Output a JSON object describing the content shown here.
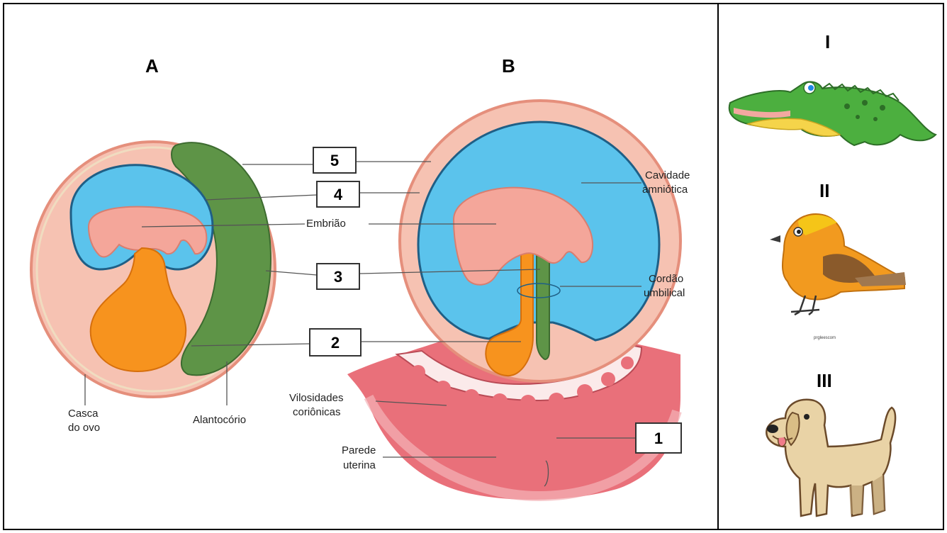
{
  "diagram": {
    "panel_a_letter": "A",
    "panel_b_letter": "B",
    "labels": {
      "egg_shell": [
        "Casca",
        "do ovo"
      ],
      "allantochorion": "Alantocório",
      "embryo": "Embrião",
      "amniotic_cavity": [
        "Cavidade",
        "amniótica"
      ],
      "umbilical_cord": [
        "Cordão",
        "umbilical"
      ],
      "chorionic_villi": [
        "Vilosidades",
        "coriônicas"
      ],
      "uterine_wall": [
        "Parede",
        "uterina"
      ]
    },
    "numbered_boxes": [
      "5",
      "4",
      "3",
      "2",
      "1"
    ]
  },
  "animals": {
    "items": [
      {
        "numeral": "I",
        "icon": "crocodile-icon"
      },
      {
        "numeral": "II",
        "icon": "bird-icon",
        "caption": "prgleescom"
      },
      {
        "numeral": "III",
        "icon": "dog-icon"
      }
    ]
  },
  "colors": {
    "amnion_blue": "#5bc3ec",
    "embryo_pink": "#f4a69a",
    "yolk_orange": "#f7931e",
    "allantois_green": "#5e9447",
    "shell_pink": "#f6c2b2",
    "uterus_red": "#e9707a"
  }
}
